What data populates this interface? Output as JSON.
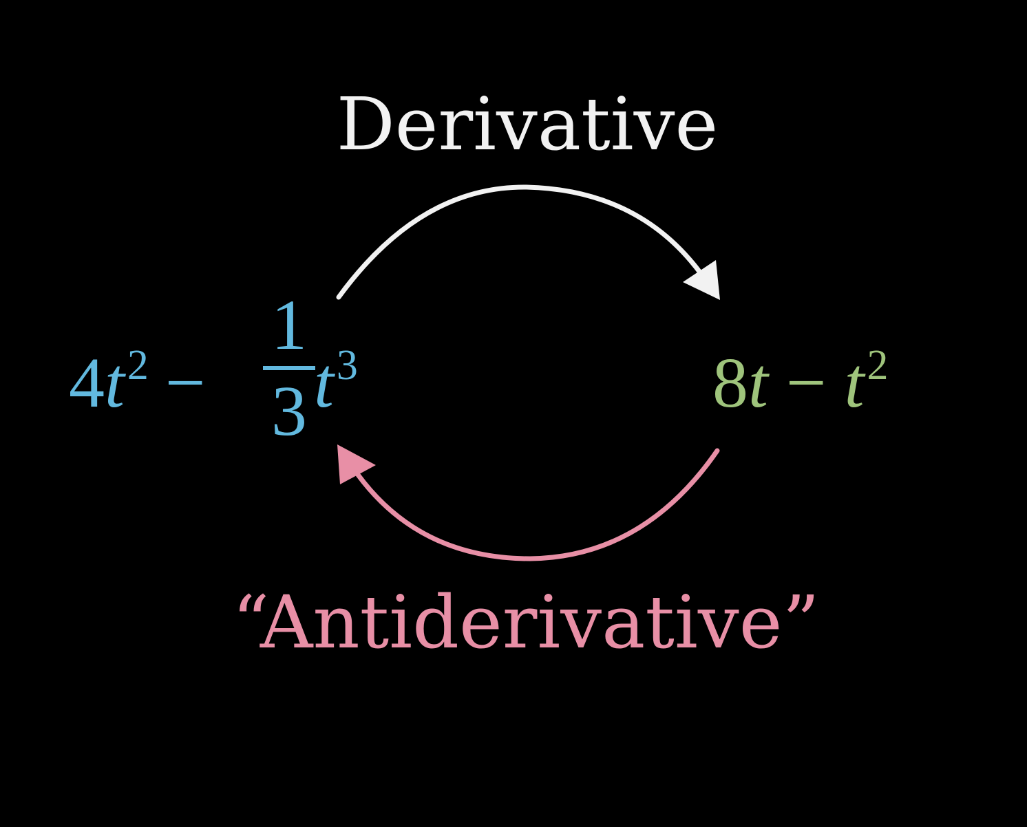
{
  "colors": {
    "background": "#000000",
    "derivative": "#f2f2f2",
    "antiderivative": "#e88fa6",
    "function": "#62b9df",
    "derivative_function": "#9fc47c"
  },
  "labels": {
    "top": "Derivative",
    "bottom": "“Antiderivative”"
  },
  "left_expression": {
    "coef": "4",
    "var": "t",
    "exp": "2",
    "op": "−",
    "frac_num": "1",
    "frac_den": "3",
    "var2": "t",
    "exp2": "3"
  },
  "right_expression": {
    "coef": "8",
    "var": "t",
    "op": "−",
    "var2": "t",
    "exp2": "2"
  },
  "arrows": {
    "top_arrow": "derivative-arrow",
    "bottom_arrow": "antiderivative-arrow"
  }
}
